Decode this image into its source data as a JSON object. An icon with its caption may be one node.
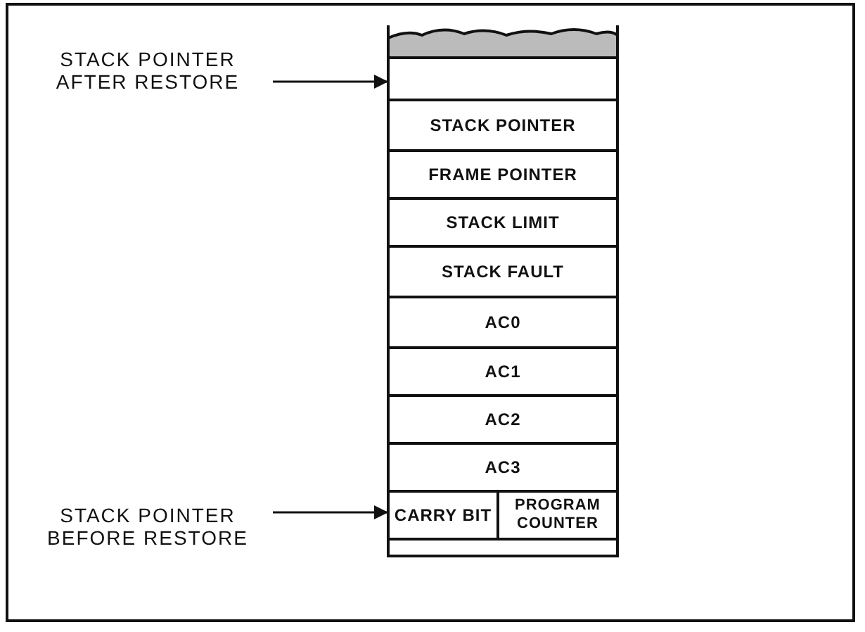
{
  "diagram": {
    "nodes": [
      {
        "text": [
          "STACK POINTER AFTER RESTORE"
        ]
      },
      {
        "text": [
          "STACK POINTER BEFORE RESTORE"
        ]
      },
      {
        "text": [],
        "shape": "box"
      },
      {
        "text": [
          "STACK POINTER"
        ]
      },
      {
        "text": [
          "FRAME POINTER"
        ]
      },
      {
        "text": [
          "STACK LIMIT"
        ]
      },
      {
        "text": [
          "STACK FAULT"
        ]
      },
      {
        "text": [
          "AC0"
        ]
      },
      {
        "text": [
          "AC1"
        ]
      },
      {
        "text": [
          "AC2"
        ]
      },
      {
        "text": [
          "AC3"
        ]
      },
      {
        "text": [
          "CARRY BIT"
        ]
      },
      {
        "text": [
          "PROGRAM COUNTER"
        ]
      },
      {
        "text": [],
        "shape": "box"
      }
    ],
    "edges": [
      {
        "from": 0,
        "to": 2,
        "arrow": "to"
      },
      {
        "from": 1,
        "to": 11,
        "arrow": "to"
      }
    ]
  }
}
